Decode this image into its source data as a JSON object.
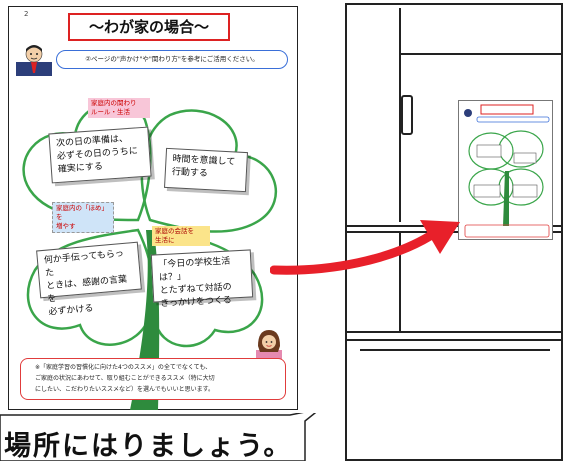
{
  "worksheet": {
    "page_number": "2",
    "title": "〜わが家の場合〜",
    "instruction": "②ページの\"声かけ\"や\"関わり方\"を参考にご活用ください。",
    "leaves": [
      {
        "tag": "家庭内の関わり",
        "tag_sub": "ルール・生活",
        "text_lines": [
          "次の日の準備は、",
          "必ずその日のうちに",
          "確実にする"
        ]
      },
      {
        "tag": "",
        "text_lines": [
          "時間を意識して",
          "行動する"
        ]
      },
      {
        "tag": "家庭内の「ほめ」を",
        "tag_sub": "増やす",
        "text_lines": [
          "何か手伝ってもらった",
          "ときは、感謝の言葉を",
          "必ずかける"
        ]
      },
      {
        "tag": "家庭の会話を",
        "tag_sub": "生活に",
        "text_lines": [
          "「今日の学校生活は？」",
          "とたずねて対話の",
          "きっかけをつくる"
        ]
      }
    ],
    "bottom_note_lines": [
      "※「家庭学習の習慣化に向けた4つのススメ」の全てでなくても、",
      "ご家庭の状況にあわせて、取り組むことができるススメ（特に大切",
      "にしたい、こだわりたいススメなど）を選んでもいいと思います。"
    ]
  },
  "caption": "場所にはりましょう。",
  "colors": {
    "clover_stroke": "#3aa54a",
    "stem": "#2e8b3d",
    "arrow": "#e8202a",
    "title_border": "#dd2222",
    "instruction_border": "#3a6fd8"
  },
  "icons": [
    "teacher-avatar-icon",
    "mother-avatar-icon",
    "red-arrow-icon",
    "refrigerator-icon"
  ]
}
